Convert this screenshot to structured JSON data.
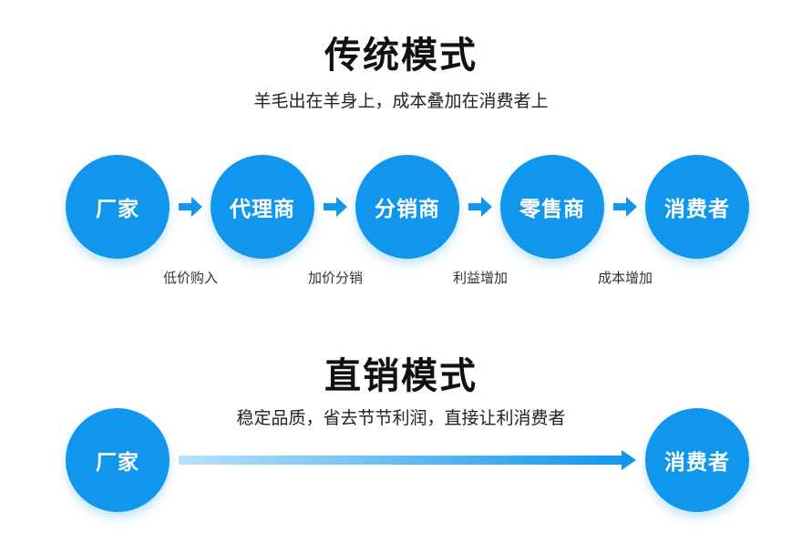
{
  "traditional": {
    "title": "传统模式",
    "subtitle": "羊毛出在羊身上，成本叠加在消费者上",
    "nodes": [
      "厂家",
      "代理商",
      "分销商",
      "零售商",
      "消费者"
    ],
    "notes": [
      "低价购入",
      "加价分销",
      "利益增加",
      "成本增加"
    ]
  },
  "direct": {
    "title": "直销模式",
    "subtitle": "稳定品质，省去节节利润，直接让利消费者",
    "start": "厂家",
    "end": "消费者"
  },
  "colors": {
    "accent": "#1196ee",
    "title": "#111111",
    "text": "#333333"
  }
}
